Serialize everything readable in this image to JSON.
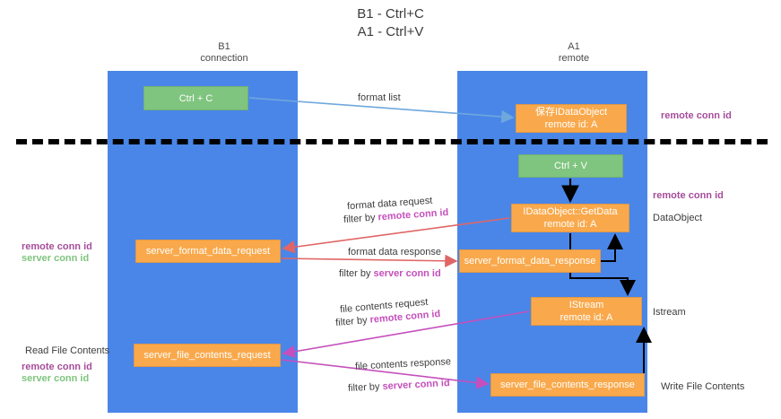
{
  "title": {
    "line1": "B1 - Ctrl+C",
    "line2": "A1 - Ctrl+V"
  },
  "columns": [
    {
      "name": "b1",
      "line1": "B1",
      "line2": "connection"
    },
    {
      "name": "a1",
      "line1": "A1",
      "line2": "remote"
    }
  ],
  "colors": {
    "lane": "#4a86e8",
    "node_orange": "#f9a94c",
    "node_green": "#7fc47f",
    "remote_conn_id": "#a64d9a",
    "server_conn_id": "#7fc47f",
    "arrow_blue": "#6fa8dc",
    "arrow_red": "#e06666",
    "arrow_purple": "#c54fbc",
    "arrow_black": "#000000",
    "divider": "#000000"
  },
  "nodes": {
    "ctrl_c": {
      "label": "Ctrl + C"
    },
    "idataobject": {
      "line1": "保存IDataObject",
      "line2": "remote id: A"
    },
    "ctrl_v": {
      "label": "Ctrl + V"
    },
    "getdata": {
      "line1": "IDataObject::GetData",
      "line2": "remote id: A"
    },
    "format_data_request": {
      "label": "server_format_data_request"
    },
    "format_data_response": {
      "label": "server_format_data_response"
    },
    "istream": {
      "line1": "IStream",
      "line2": "remote id: A"
    },
    "file_contents_request": {
      "label": "server_file_contents_request"
    },
    "file_contents_response": {
      "label": "server_file_contents_response"
    }
  },
  "annotations": {
    "format_list": "format list",
    "format_data_request": {
      "line1": "format data request",
      "prefix": "filter by ",
      "key": "remote conn id"
    },
    "format_data_response": {
      "line1": "format data response",
      "prefix": "filter by ",
      "key": "server conn id"
    },
    "file_contents_request": {
      "line1": "file contents request",
      "prefix": "filter by ",
      "key": "remote conn id"
    },
    "file_contents_response": {
      "line1": "file contents response",
      "prefix": "filter by ",
      "key": "server conn id"
    }
  },
  "right_labels": {
    "remote_conn_id_top": "remote conn id",
    "remote_conn_id_mid": "remote conn id",
    "dataobject": "DataObject",
    "istream": "Istream",
    "write_file_contents": "Write File Contents"
  },
  "left_labels": {
    "remote_conn_id_top": "remote conn id",
    "server_conn_id_top": "server conn id",
    "read_file_contents": "Read File Contents",
    "remote_conn_id_bottom": "remote conn id",
    "server_conn_id_bottom": "server conn id"
  }
}
